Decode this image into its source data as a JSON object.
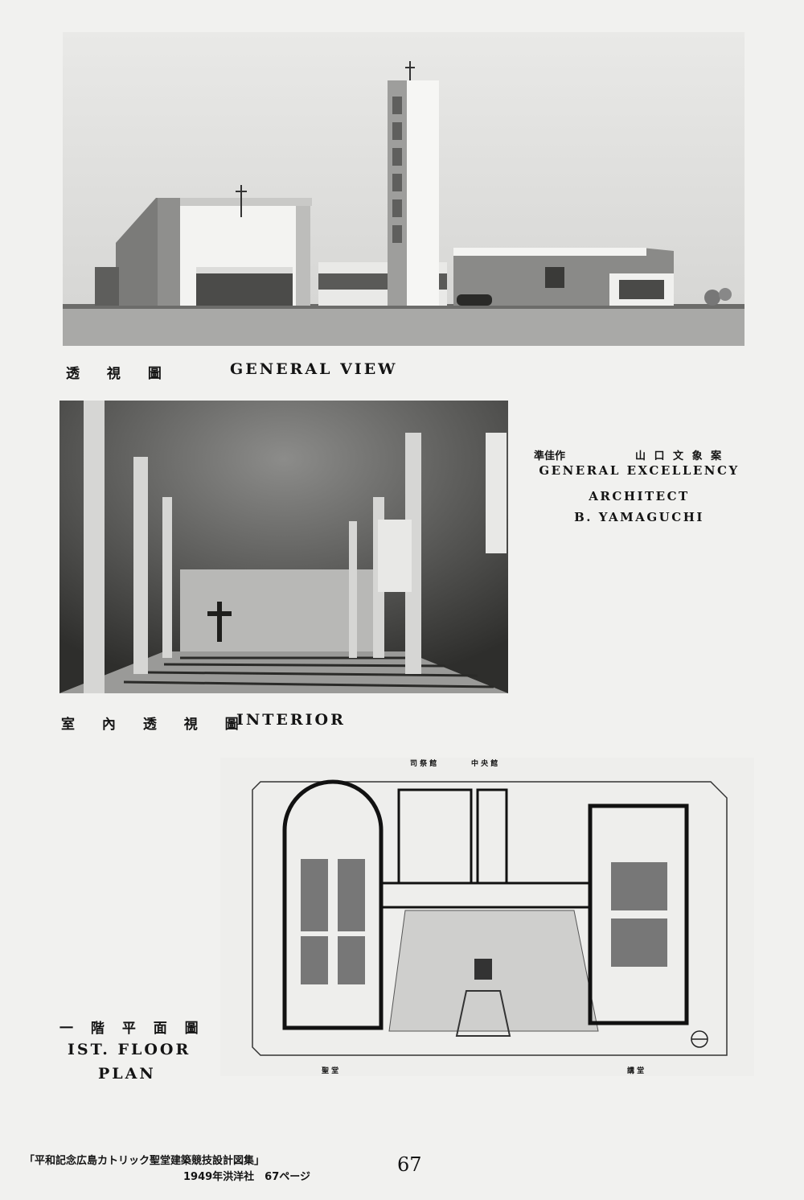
{
  "plates": {
    "general_view": {
      "caption_jp": "透 視 圖",
      "caption_en": "GENERAL VIEW"
    },
    "interior": {
      "caption_jp": "室 內 透 視 圖",
      "caption_en": "INTERIOR"
    },
    "floor_plan": {
      "caption_jp": "一 階 平 面 圖",
      "caption_en_1": "IST. FLOOR",
      "caption_en_2": "PLAN",
      "labels": {
        "top_left": "司 祭 館",
        "top_center": "中 央 館",
        "bottom_left": "聖 堂",
        "bottom_right": "講 堂"
      }
    }
  },
  "credit": {
    "award_jp": "準佳作",
    "architect_jp": "山 口 文 象 案",
    "award_en": "GENERAL EXCELLENCY",
    "role_en": "ARCHITECT",
    "name_en": "B. YAMAGUCHI"
  },
  "footer": {
    "source_line1": "「平和記念広島カトリック聖堂建築競技設計図集」",
    "source_line2": "1949年洪洋社　67ページ",
    "page_number": "67"
  }
}
